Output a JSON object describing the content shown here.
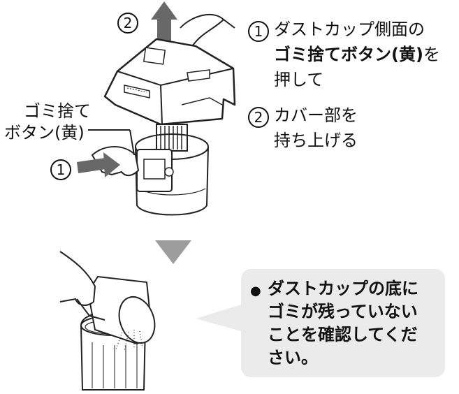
{
  "step1": {
    "num": "1",
    "line1": "ダストカップ側面の",
    "line2_bold": "ゴミ捨てボタン(黄)",
    "line2_rest": "を",
    "line3": "押して"
  },
  "step2": {
    "num": "2",
    "line1": "カバー部を",
    "line2": "持ち上げる"
  },
  "label": {
    "line1": "ゴミ捨て",
    "line2": "ボタン(黄)"
  },
  "marker_up": "2",
  "marker_push": "1",
  "callout": {
    "bullet": "●",
    "line1": "ダストカップの底に",
    "line2": "ゴミが残っていない",
    "line3": "ことを確認してくだ",
    "line4": "さい。"
  },
  "colors": {
    "arrow": "#686868",
    "triangle": "#9d9d9d",
    "callout_bg": "#ebebeb"
  }
}
